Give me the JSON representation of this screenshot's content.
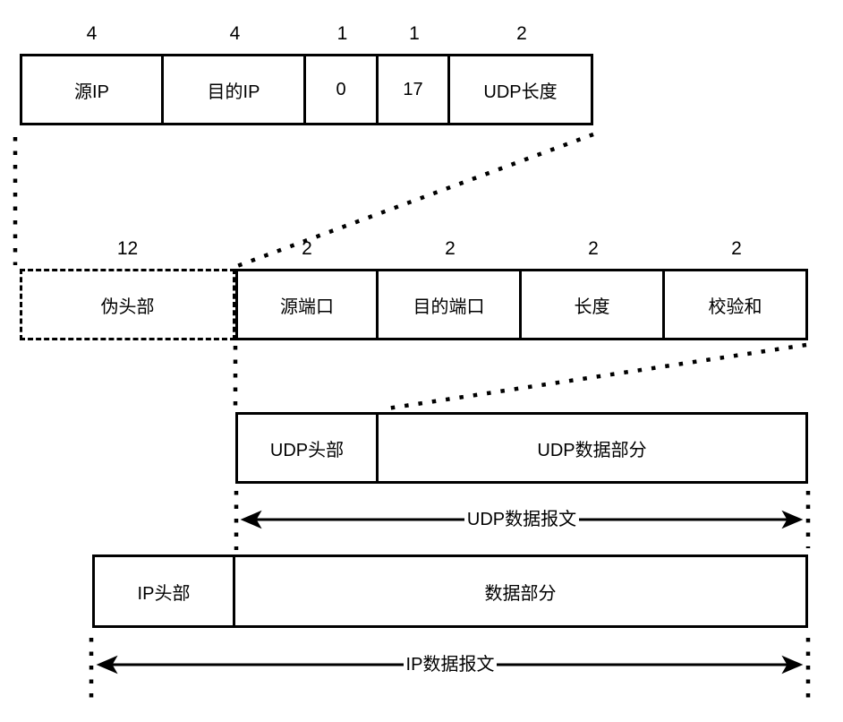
{
  "diagram": {
    "name": "UDP encapsulation diagram",
    "colors": {
      "stroke": "#000000",
      "background": "#ffffff"
    },
    "rows": {
      "top": {
        "description": "UDP pseudo header fields with byte sizes",
        "cells": [
          {
            "size": "4",
            "label": "源IP"
          },
          {
            "size": "4",
            "label": "目的IP"
          },
          {
            "size": "1",
            "label": "0"
          },
          {
            "size": "1",
            "label": "17"
          },
          {
            "size": "2",
            "label": "UDP长度"
          }
        ]
      },
      "mid": {
        "description": "pseudo header box plus UDP header fields",
        "pseudo": {
          "size": "12",
          "label": "伪头部"
        },
        "cells": [
          {
            "size": "2",
            "label": "源端口"
          },
          {
            "size": "2",
            "label": "目的端口"
          },
          {
            "size": "2",
            "label": "长度"
          },
          {
            "size": "2",
            "label": "校验和"
          }
        ]
      },
      "udp": {
        "cells": [
          {
            "label": "UDP头部"
          },
          {
            "label": "UDP数据部分"
          }
        ],
        "span_label": "UDP数据报文"
      },
      "ip": {
        "cells": [
          {
            "label": "IP头部"
          },
          {
            "label": "数据部分"
          }
        ],
        "span_label": "IP数据报文"
      }
    }
  }
}
